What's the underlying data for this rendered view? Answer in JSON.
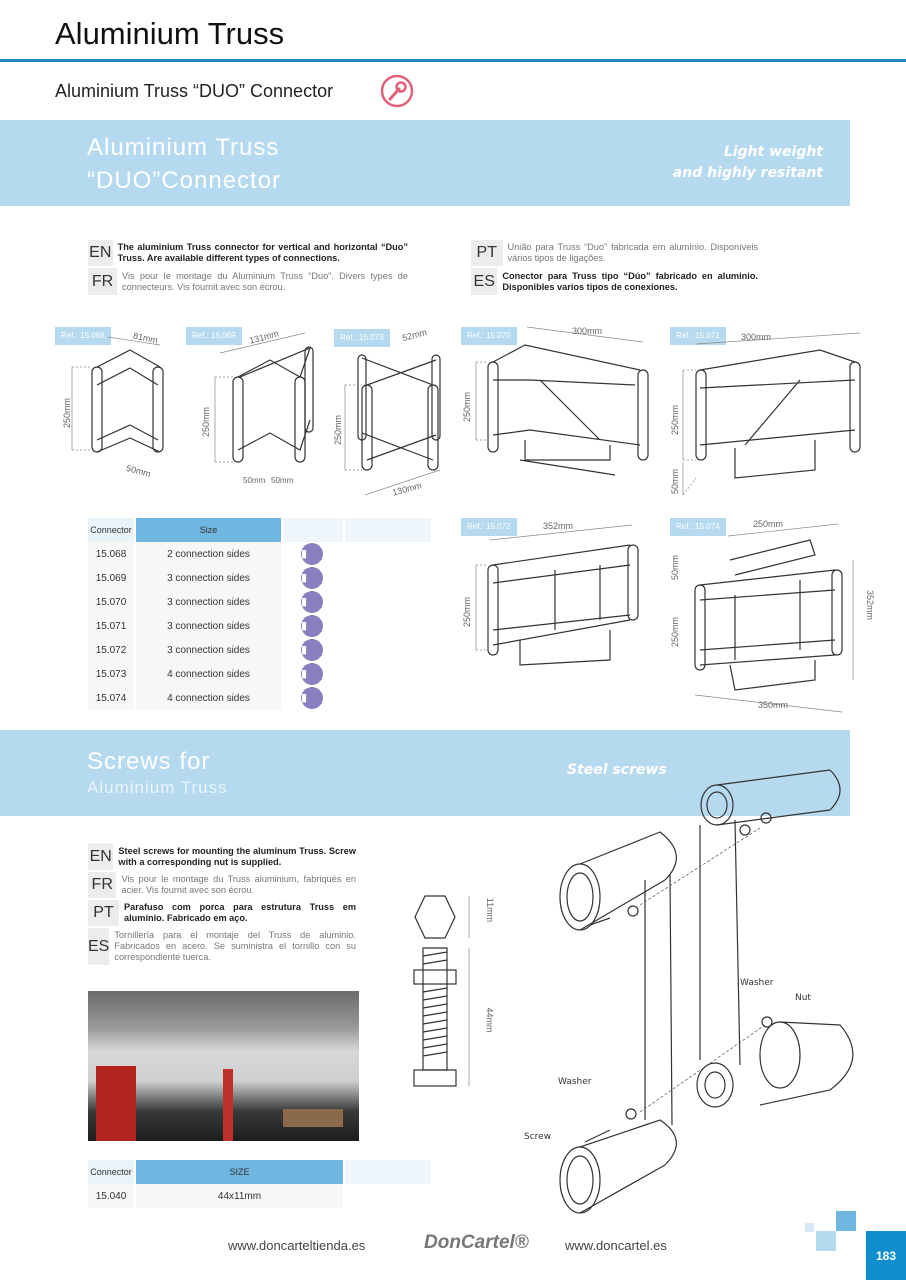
{
  "header": {
    "title": "Aluminium Truss",
    "subtitle": "Aluminium Truss “DUO” Connector",
    "icon": "wrench-icon",
    "accent": "#1e88c8",
    "icon_color": "#e0607a"
  },
  "section1": {
    "title_line1": "Aluminium  Truss",
    "title_line2": "“DUO”Connector",
    "tagline_line1": "Light weight",
    "tagline_line2": "and highly resitant",
    "descriptions": [
      {
        "code": "EN",
        "text": "The aluminium Truss connector for vertical and horizontal “Duo” Truss. Are available different types of connections."
      },
      {
        "code": "FR",
        "text": "Vis pour le montage du Aluminium Truss “Duo”. Divers types de connecteurs. Vis fournit avec son écrou."
      },
      {
        "code": "PT",
        "text": "União para Truss “Duo” fabricada em alumínio. Disponíveis vários tipos de ligações."
      },
      {
        "code": "ES",
        "text": "Conector para Truss tipo “Dúo” fabricado en aluminio. Disponibles varios tipos de conexiones."
      }
    ],
    "drawings": [
      {
        "ref": "Ref.: 15.068",
        "dims": [
          "81mm",
          "250mm",
          "50mm"
        ]
      },
      {
        "ref": "Ref.: 15.069",
        "dims": [
          "131mm",
          "250mm",
          "50mm",
          "50mm"
        ]
      },
      {
        "ref": "Ref.: 15.073",
        "dims": [
          "52mm",
          "250mm",
          "130mm"
        ]
      },
      {
        "ref": "Ref.: 15.070",
        "dims": [
          "300mm",
          "250mm"
        ]
      },
      {
        "ref": "Ref.: 15.071",
        "dims": [
          "300mm",
          "250mm",
          "50mm"
        ]
      },
      {
        "ref": "Ref.: 15.072",
        "dims": [
          "352mm",
          "250mm"
        ]
      },
      {
        "ref": "Ref.: 15.074",
        "dims": [
          "250mm",
          "50mm",
          "250mm",
          "352mm",
          "350mm"
        ]
      }
    ],
    "table": {
      "headers": [
        "Connector",
        "Size"
      ],
      "rows": [
        {
          "connector": "15.068",
          "size": "2 connection sides",
          "icon": "truss-pack-icon"
        },
        {
          "connector": "15.069",
          "size": "3 connection sides",
          "icon": "truss-pack-icon"
        },
        {
          "connector": "15.070",
          "size": "3 connection sides",
          "icon": "truss-pack-icon"
        },
        {
          "connector": "15.071",
          "size": "3 connection sides",
          "icon": "truss-pack-icon"
        },
        {
          "connector": "15.072",
          "size": "3 connection sides",
          "icon": "truss-pack-icon"
        },
        {
          "connector": "15.073",
          "size": "4 connection sides",
          "icon": "truss-pack-icon"
        },
        {
          "connector": "15.074",
          "size": "4 connection sides",
          "icon": "truss-pack-icon"
        }
      ]
    }
  },
  "section2": {
    "title_line1": "Screws for",
    "title_line2": "Aluminium Truss",
    "tagline": "Steel screws",
    "descriptions": [
      {
        "code": "EN",
        "text": "Steel screws for mounting  the aluminum Truss. Screw with a corresponding nut is supplied."
      },
      {
        "code": "FR",
        "text": "Vis pour le montage du Truss aluminium, fabriqués en acier. Vis fournit avec son écrou."
      },
      {
        "code": "PT",
        "text": "Parafuso com porca para estrutura Truss em alumínio. Fabricado em aço."
      },
      {
        "code": "ES",
        "text": "Tornillería para el montaje del Truss de aluminio. Fabricados en acero. Se suministra el tornillo con su correspondiente tuerca."
      }
    ],
    "bolt_dims": [
      "11mm",
      "44mm"
    ],
    "assembly_labels": [
      "Washer",
      "Nut",
      "Washer",
      "Screw"
    ],
    "table": {
      "headers": [
        "Connector",
        "SIZE"
      ],
      "rows": [
        {
          "connector": "15.040",
          "size": "44x11mm"
        }
      ]
    }
  },
  "footer": {
    "url_left": "www.doncarteltienda.es",
    "logo": "DonCartel®",
    "url_right": "www.doncartel.es",
    "page": "183",
    "page_color": "#0f8fce"
  }
}
